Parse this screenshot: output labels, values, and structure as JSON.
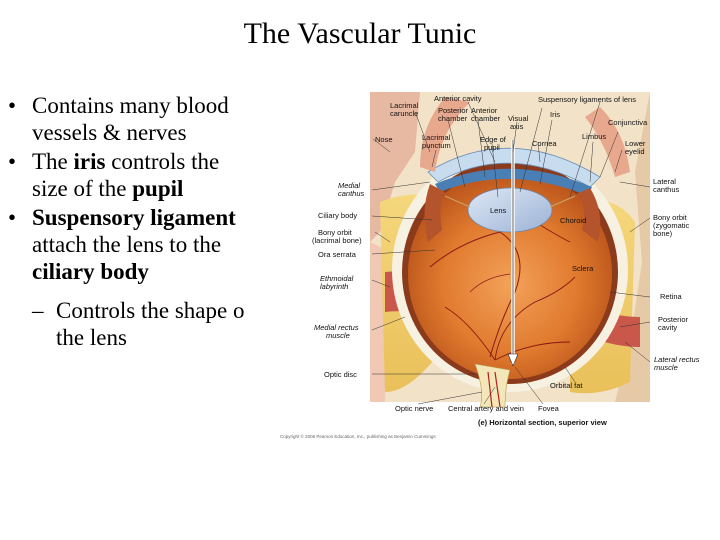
{
  "slide": {
    "title": "The Vascular Tunic"
  },
  "bullets": [
    {
      "lines": [
        [
          {
            "text": "Contains many blood",
            "bold": false
          }
        ],
        [
          {
            "text": "vessels & nerves",
            "bold": false
          }
        ]
      ]
    },
    {
      "lines": [
        [
          {
            "text": "The ",
            "bold": false
          },
          {
            "text": "iris",
            "bold": true
          },
          {
            "text": " controls the",
            "bold": false
          }
        ],
        [
          {
            "text": "size of the ",
            "bold": false
          },
          {
            "text": "pupil",
            "bold": true
          }
        ]
      ]
    },
    {
      "lines": [
        [
          {
            "text": "Suspensory ligament",
            "bold": true
          }
        ],
        [
          {
            "text": "attach the lens to the",
            "bold": false
          }
        ],
        [
          {
            "text": "ciliary body",
            "bold": true
          }
        ]
      ]
    }
  ],
  "sub_bullet": {
    "lines": [
      "Controls the shape  o",
      "the lens"
    ]
  },
  "figure": {
    "labels": [
      {
        "text": "Lacrimal"
      },
      {
        "text": "caruncle"
      },
      {
        "text": "Anterior cavity"
      },
      {
        "text": "Posterior"
      },
      {
        "text": "chamber"
      },
      {
        "text": "Anterior"
      },
      {
        "text": "chamber"
      },
      {
        "text": "Visual"
      },
      {
        "text": "axis"
      },
      {
        "text": "Suspensory ligaments of lens"
      },
      {
        "text": "Iris"
      },
      {
        "text": "Lacrimal"
      },
      {
        "text": "punctum"
      },
      {
        "text": "Edge of"
      },
      {
        "text": "pupil"
      },
      {
        "text": "Cornea"
      },
      {
        "text": "Limbus"
      },
      {
        "text": "Conjunctiva"
      },
      {
        "text": "Lower"
      },
      {
        "text": "eyelid"
      },
      {
        "text": "Nose"
      },
      {
        "text": "Medial"
      },
      {
        "text": "canthus"
      },
      {
        "text": "Lateral"
      },
      {
        "text": "canthus"
      },
      {
        "text": "Ciliary body"
      },
      {
        "text": "Lens"
      },
      {
        "text": "Choroid"
      },
      {
        "text": "Bony orbit"
      },
      {
        "text": "(lacrimal bone)"
      },
      {
        "text": "Bony orbit"
      },
      {
        "text": "(zygomatic"
      },
      {
        "text": "bone)"
      },
      {
        "text": "Ora serrata"
      },
      {
        "text": "Sclera"
      },
      {
        "text": "Ethmoidal"
      },
      {
        "text": "labyrinth"
      },
      {
        "text": "Retina"
      },
      {
        "text": "Posterior"
      },
      {
        "text": "cavity"
      },
      {
        "text": "Medial rectus"
      },
      {
        "text": "muscle"
      },
      {
        "text": "Lateral rectus"
      },
      {
        "text": "muscle"
      },
      {
        "text": "Optic disc"
      },
      {
        "text": "Orbital fat"
      },
      {
        "text": "Optic nerve"
      },
      {
        "text": "Central artery and vein"
      },
      {
        "text": "Fovea"
      }
    ],
    "caption": "(e) Horizontal section, superior view",
    "copyright": "Copyright © 2006 Pearson Education, Inc., publishing as Benjamin Cummings"
  }
}
